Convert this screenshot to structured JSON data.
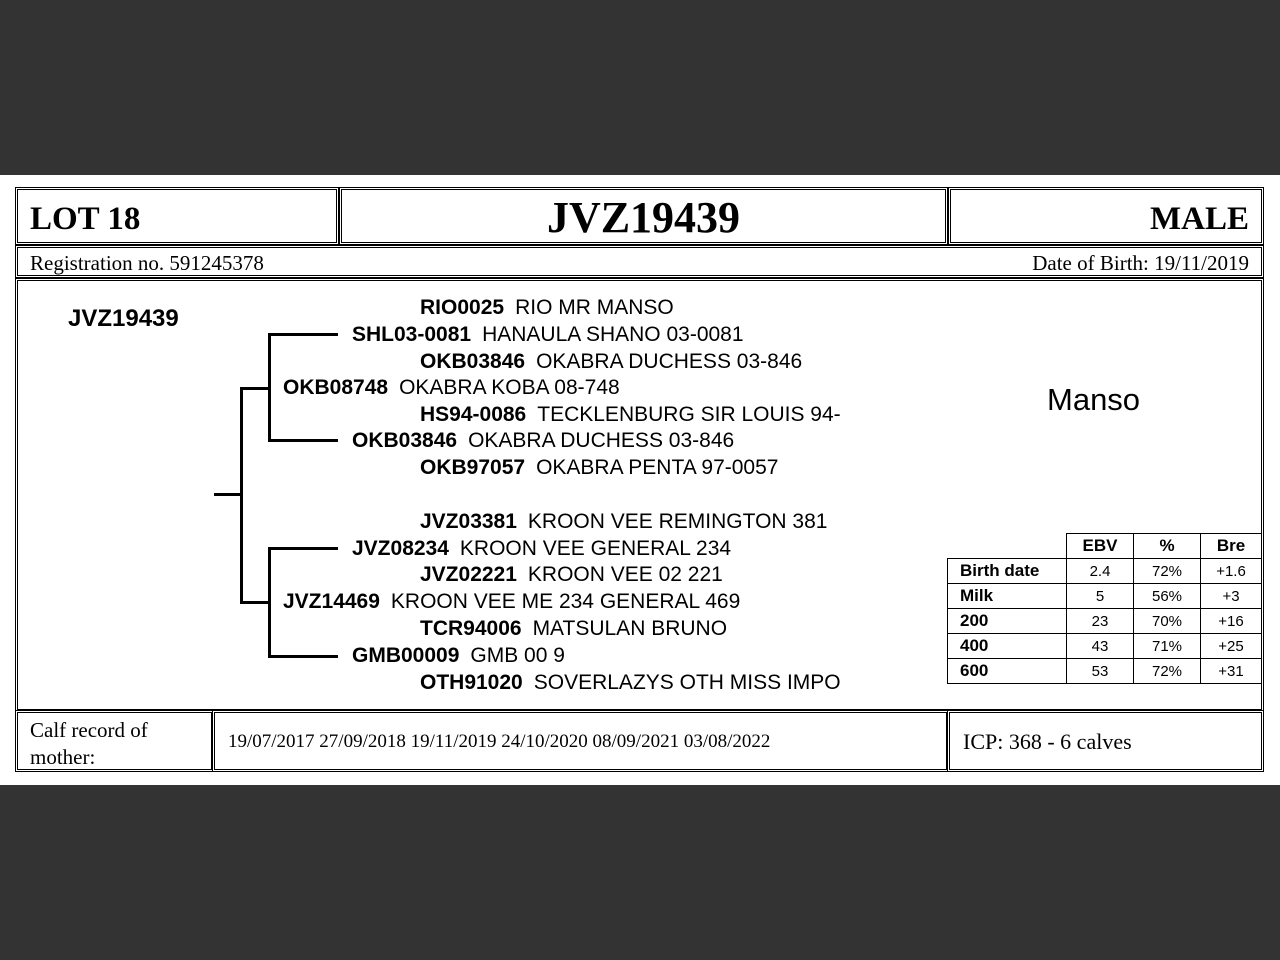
{
  "header": {
    "lot": "LOT 18",
    "animal_id": "JVZ19439",
    "sex": "MALE",
    "registration": "Registration no. 591245378",
    "dob": "Date of Birth:  19/11/2019"
  },
  "pedigree": {
    "subject": "JVZ19439",
    "sire": {
      "code": "OKB08748",
      "name": "OKABRA KOBA 08-748"
    },
    "ss": {
      "code": "SHL03-0081",
      "name": "HANAULA SHANO 03-0081"
    },
    "sss": {
      "code": "RIO0025",
      "name": "RIO MR MANSO"
    },
    "ssd": {
      "code": "OKB03846",
      "name": "OKABRA DUCHESS 03-846"
    },
    "sd": {
      "code": "OKB03846",
      "name": "OKABRA DUCHESS 03-846"
    },
    "sds": {
      "code": "HS94-0086",
      "name": "TECKLENBURG SIR LOUIS 94-"
    },
    "sdd": {
      "code": "OKB97057",
      "name": "OKABRA PENTA 97-0057"
    },
    "dam": {
      "code": "JVZ14469",
      "name": "KROON VEE ME 234 GENERAL 469"
    },
    "ds": {
      "code": "JVZ08234",
      "name": "KROON VEE GENERAL 234"
    },
    "dss": {
      "code": "JVZ03381",
      "name": "KROON VEE REMINGTON 381"
    },
    "dsd": {
      "code": "JVZ02221",
      "name": "KROON VEE 02 221"
    },
    "dd": {
      "code": "GMB00009",
      "name": "GMB 00 9"
    },
    "dds": {
      "code": "TCR94006",
      "name": "MATSULAN BRUNO"
    },
    "ddd": {
      "code": "OTH91020",
      "name": "SOVERLAZYS OTH MISS IMPO"
    }
  },
  "nickname": "Manso",
  "ebv_table": {
    "headers": [
      "EBV",
      "%",
      "Bre"
    ],
    "rows": [
      {
        "label": "Birth date",
        "ebv": "2.4",
        "pct": "72%",
        "bre": "+1.6"
      },
      {
        "label": "Milk",
        "ebv": "5",
        "pct": "56%",
        "bre": "+3"
      },
      {
        "label": "200",
        "ebv": "23",
        "pct": "70%",
        "bre": "+16"
      },
      {
        "label": "400",
        "ebv": "43",
        "pct": "71%",
        "bre": "+25"
      },
      {
        "label": "600",
        "ebv": "53",
        "pct": "72%",
        "bre": "+31"
      }
    ]
  },
  "footer": {
    "calf_record_label": "Calf record of mother:",
    "calf_dates": "19/07/2017 27/09/2018 19/11/2019 24/10/2020 08/09/2021 03/08/2022",
    "icp": "ICP: 368 - 6 calves"
  }
}
